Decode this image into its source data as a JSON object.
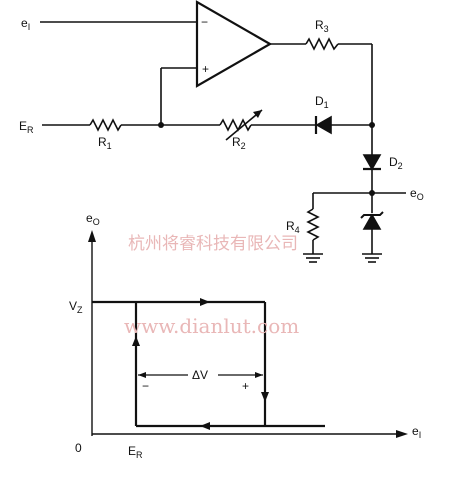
{
  "circuit": {
    "input_label": "e",
    "input_sub": "I",
    "opamp_minus": "−",
    "opamp_plus": "+",
    "r3": {
      "main": "R",
      "sub": "3"
    },
    "r1": {
      "main": "R",
      "sub": "1"
    },
    "r2": {
      "main": "R",
      "sub": "2"
    },
    "r4": {
      "main": "R",
      "sub": "4"
    },
    "d1": {
      "main": "D",
      "sub": "1"
    },
    "d2": {
      "main": "D",
      "sub": "2"
    },
    "ref": {
      "main": "E",
      "sub": "R"
    },
    "output": {
      "main": "e",
      "sub": "O"
    }
  },
  "graph": {
    "y_axis": {
      "main": "e",
      "sub": "O"
    },
    "x_axis": {
      "main": "e",
      "sub": "I"
    },
    "origin": "0",
    "vz": {
      "main": "V",
      "sub": "Z"
    },
    "er": {
      "main": "E",
      "sub": "R"
    },
    "delta_v": "ΔV",
    "minus": "−",
    "plus": "+"
  },
  "watermark": {
    "company": "杭州将睿科技有限公司",
    "site": "www.dianlut.com"
  },
  "colors": {
    "ink": "#111111",
    "watermark": "#e9b7b7"
  }
}
